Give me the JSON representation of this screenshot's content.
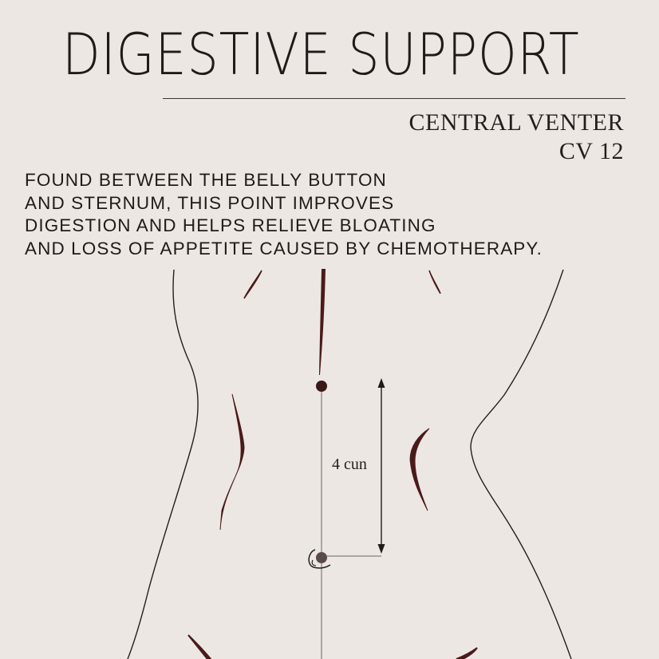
{
  "poster": {
    "title": "DIGESTIVE SUPPORT",
    "point_name": "CENTRAL VENTER",
    "point_code": "CV 12",
    "description_lines": [
      "FOUND BETWEEN THE BELLY BUTTON",
      "AND STERNUM, THIS POINT IMPROVES",
      "DIGESTION AND HELPS RELIEVE BLOATING",
      "AND LOSS OF APPETITE CAUSED BY CHEMOTHERAPY."
    ],
    "measurement_label": "4 cun"
  },
  "colors": {
    "background": "#ece7e3",
    "ink": "#1f1b19",
    "accent": "#4a1a1a"
  }
}
